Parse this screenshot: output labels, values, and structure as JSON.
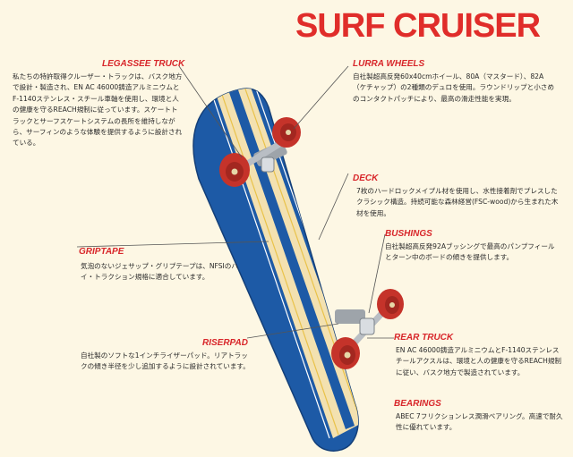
{
  "title": "SURF CRUISER",
  "colors": {
    "accent_red": "#d8262a",
    "board_blue": "#1d5aa6",
    "board_wood": "#f3e1b0",
    "stripe_yellow": "#e9c24a",
    "wheel_red": "#c5332a",
    "truck_silver": "#b9bec4"
  },
  "parts": {
    "legassee_truck": {
      "label": "LEGASSEE TRUCK",
      "desc": "私たちの特許取得クルーザー・トラックは、バスク地方で設計・製造され、EN AC 46000鋳造アルミニウムとF-1140ステンレス・スチール車軸を使用し、環境と人の健康を守るREACH規制に従っています。スケートトラックとサーフスケートシステムの長所を維持しながら、サーフィンのような体験を提供するように設計されている。"
    },
    "lurra_wheels": {
      "label": "LURRA WHEELS",
      "desc": "自社製超高反発60x40cmホイール、80A（マスタード）、82A（ケチャップ）の2種類のデュロを使用。ラウンドリップと小さめのコンタクトパッチにより、最高の滑走性能を実現。"
    },
    "deck": {
      "label": "DECK",
      "desc": "7枚のハードロックメイプル材を使用し、水性接着剤でプレスしたクラシック構造。持続可能な森林経営(FSC-wood)から生まれた木材を使用。"
    },
    "bushings": {
      "label": "BUSHINGS",
      "desc": "自社製超高反発92Aブッシングで最高のパンプフィールとターン中のボードの傾きを提供します。"
    },
    "griptape": {
      "label": "GRIPTAPE",
      "desc": "気泡のないジェサップ・グリプテープは、NFSIのハイ・トラクション規格に適合しています。"
    },
    "riserpad": {
      "label": "RISERPAD",
      "desc": "自社製のソフトな1インチライザーパッド。リアトラックの傾き半径を少し追加するように設計されています。"
    },
    "rear_truck": {
      "label": "REAR TRUCK",
      "desc": "EN AC 46000鋳造アルミニウムとF-1140ステンレスチールアクスルは、環境と人の健康を守るREACH規制に従い、バスク地方で製造されています。"
    },
    "bearings": {
      "label": "BEARINGS",
      "desc": "ABEC 7フリクションレス潤滑ベアリング。高速で耐久性に優れています。"
    }
  }
}
